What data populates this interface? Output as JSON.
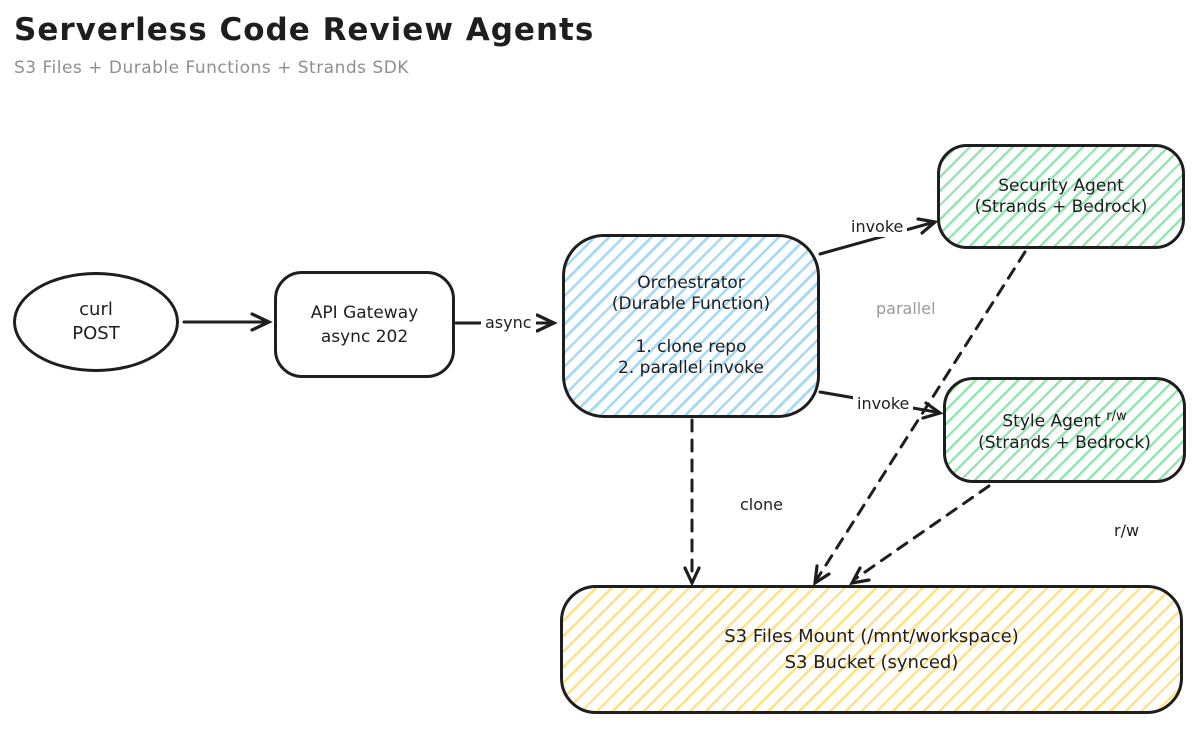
{
  "header": {
    "title": "Serverless Code Review Agents",
    "subtitle": "S3 Files + Durable Functions + Strands SDK"
  },
  "colors": {
    "stroke": "#1e1e1e",
    "orchestrator_hatch": "#a6d9f7",
    "agent_hatch": "#93e6ae",
    "s3_hatch": "#ffe083",
    "muted_text": "#9a9a9a"
  },
  "nodes": {
    "curl": {
      "line1": "curl",
      "line2": "POST"
    },
    "api_gateway": {
      "line1": "API Gateway",
      "line2": "async 202"
    },
    "orchestrator": {
      "line1": "Orchestrator",
      "line2": "(Durable Function)",
      "line3": "1. clone repo",
      "line4": "2. parallel invoke"
    },
    "security_agent": {
      "line1": "Security Agent",
      "line2": "(Strands + Bedrock)"
    },
    "style_agent": {
      "line1": "Style Agent",
      "sup": "r/w",
      "line2": "(Strands + Bedrock)"
    },
    "s3": {
      "line1": "S3 Files Mount (/mnt/workspace)",
      "line2": "S3 Bucket (synced)"
    }
  },
  "labels": {
    "async": "async",
    "invoke_top": "invoke",
    "invoke_bottom": "invoke",
    "parallel": "parallel",
    "clone": "clone",
    "rw": "r/w"
  },
  "edges": [
    {
      "from": "curl-post",
      "to": "api-gateway",
      "style": "solid",
      "label": ""
    },
    {
      "from": "api-gateway",
      "to": "orchestrator",
      "style": "solid",
      "label": "async"
    },
    {
      "from": "orchestrator",
      "to": "security-agent",
      "style": "solid",
      "label": "invoke"
    },
    {
      "from": "orchestrator",
      "to": "style-agent",
      "style": "solid",
      "label": "invoke"
    },
    {
      "from": "orchestrator",
      "to": "s3-files-mount",
      "style": "dashed",
      "label": "clone"
    },
    {
      "from": "security-agent",
      "to": "s3-files-mount",
      "style": "dashed",
      "label": ""
    },
    {
      "from": "style-agent",
      "to": "s3-files-mount",
      "style": "dashed",
      "label": "r/w"
    }
  ]
}
